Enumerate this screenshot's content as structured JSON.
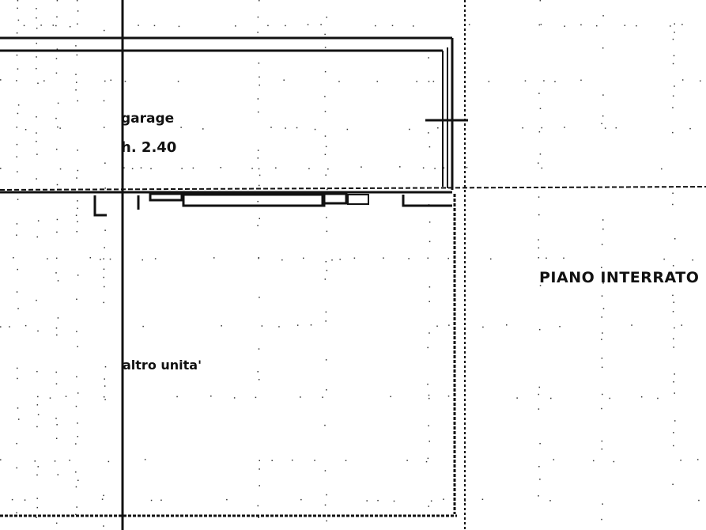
{
  "plan": {
    "room_garage": "garage",
    "room_height": "h. 2.40",
    "other_unit": "altro unita'",
    "floor_label": "PIANO INTERRATO"
  },
  "colors": {
    "ink": "#111111",
    "paper": "#ffffff"
  }
}
